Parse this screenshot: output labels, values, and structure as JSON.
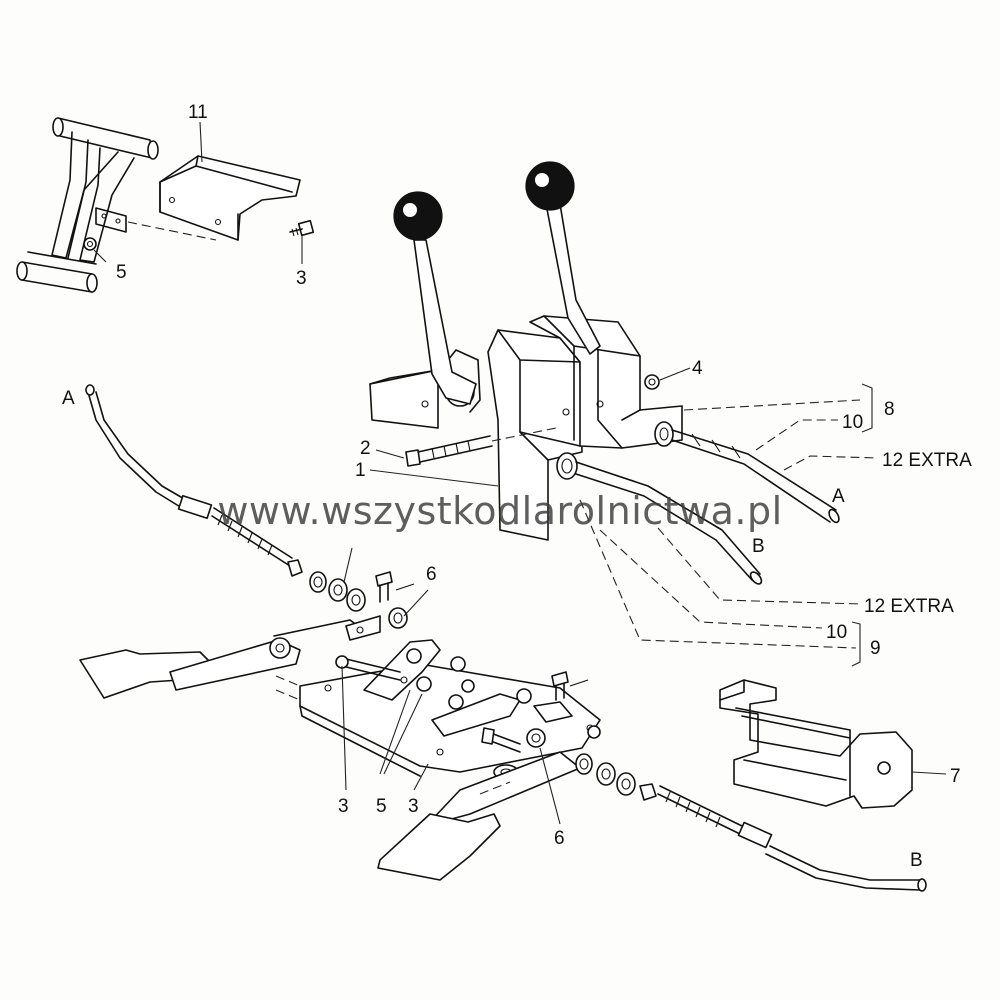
{
  "watermark": "www.wszystkodlarolnictwa.pl",
  "callouts": {
    "c11": "11",
    "c5_top": "5",
    "c3_top": "3",
    "c4": "4",
    "c8": "8",
    "c10_top": "10",
    "c12_top": "12 EXTRA",
    "c2": "2",
    "c1": "1",
    "cA_right": "A",
    "cB_mid": "B",
    "c12_mid": "12 EXTRA",
    "c10_mid": "10",
    "c9": "9",
    "cA_left": "A",
    "c6_top": "6",
    "c7": "7",
    "c3_bl": "3",
    "c5_bl": "5",
    "c3_bm": "3",
    "c6_b": "6",
    "cB_bottom": "B"
  },
  "colors": {
    "line": "#111111",
    "paper": "#fdfdfb",
    "watermark": "#3a3a3a"
  }
}
